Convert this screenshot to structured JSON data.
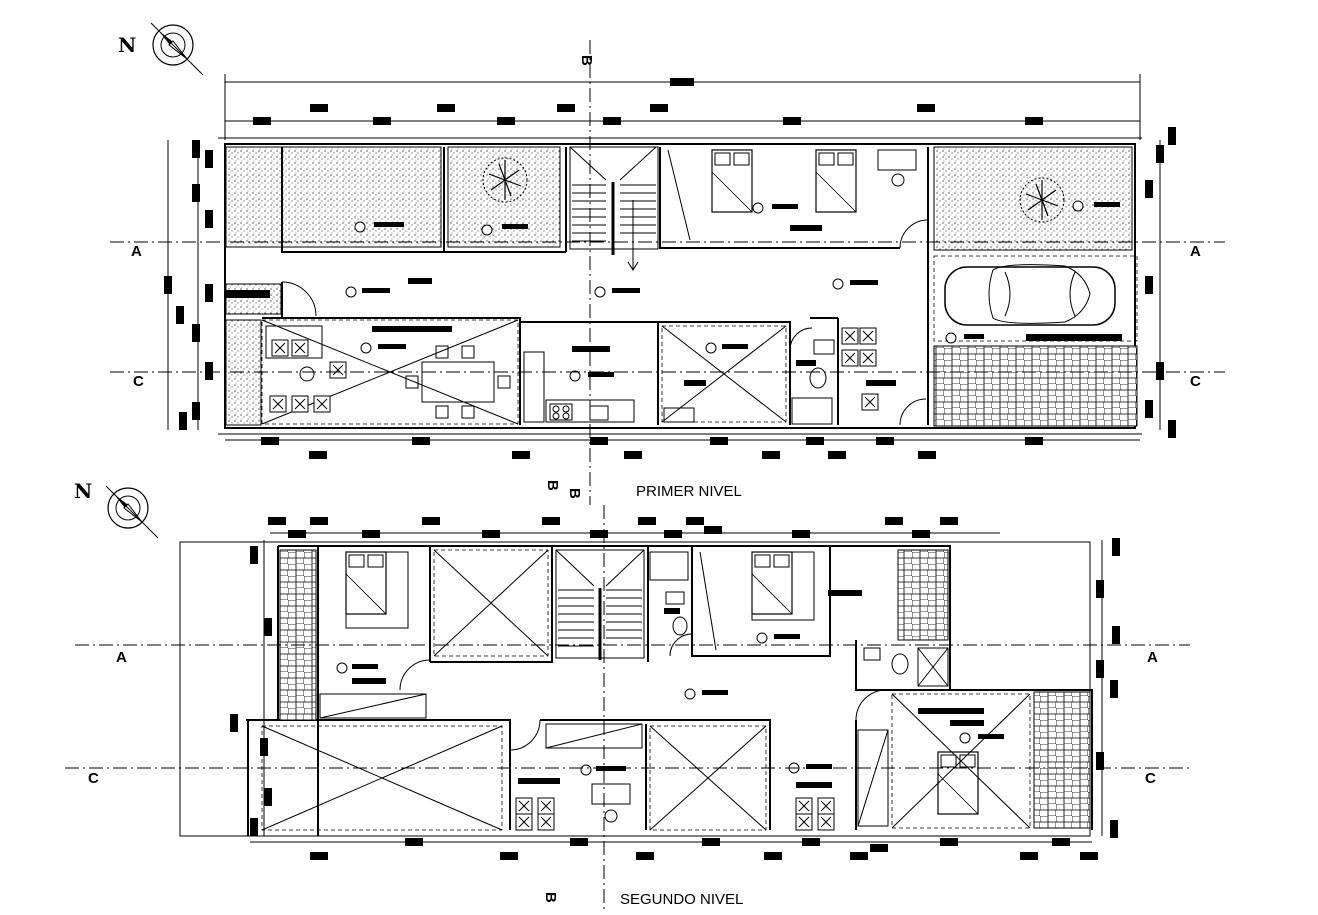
{
  "labels": {
    "north": "N",
    "level1": "PRIMER NIVEL",
    "level2": "SEGUNDO NIVEL",
    "axis_a": "A",
    "axis_c": "C",
    "section_b": "B"
  },
  "colors": {
    "ink": "#000000",
    "paper": "#ffffff"
  },
  "icons": [
    "north-arrow-icon",
    "tree-icon",
    "car-icon",
    "bed-icon",
    "toilet-icon",
    "stair-icon",
    "stove-icon",
    "sink-icon",
    "dining-table-icon",
    "sofa-icon"
  ]
}
